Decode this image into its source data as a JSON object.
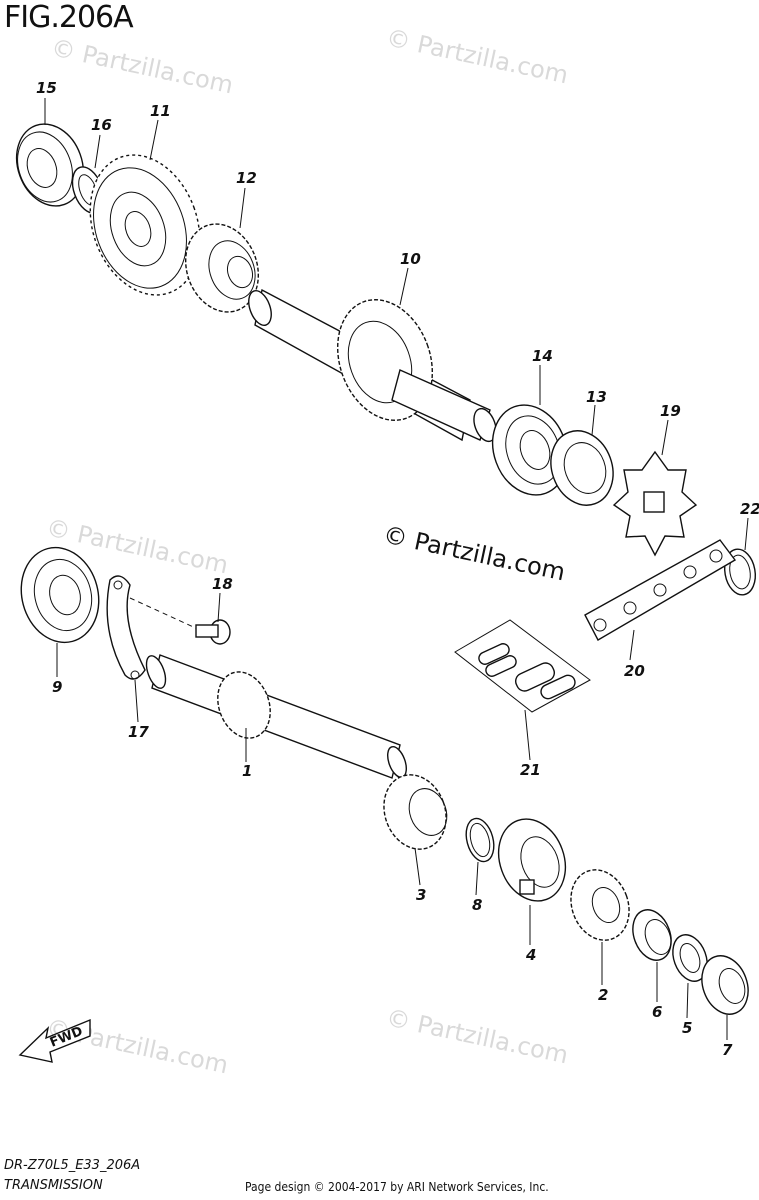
{
  "figure_title": "FIG.206A",
  "watermark_text": "© Partzilla.com",
  "center_watermark": "© Partzilla.com",
  "fwd_label": "FWD",
  "footer": {
    "model_code": "DR-Z70L5_E33_206A",
    "section": "TRANSMISSION",
    "copyright": "Page design © 2004-2017 by ARI Network Services, Inc."
  },
  "callouts": [
    "15",
    "16",
    "11",
    "12",
    "10",
    "14",
    "13",
    "19",
    "22",
    "20",
    "21",
    "18",
    "9",
    "17",
    "1",
    "3",
    "8",
    "4",
    "2",
    "6",
    "5",
    "7"
  ]
}
